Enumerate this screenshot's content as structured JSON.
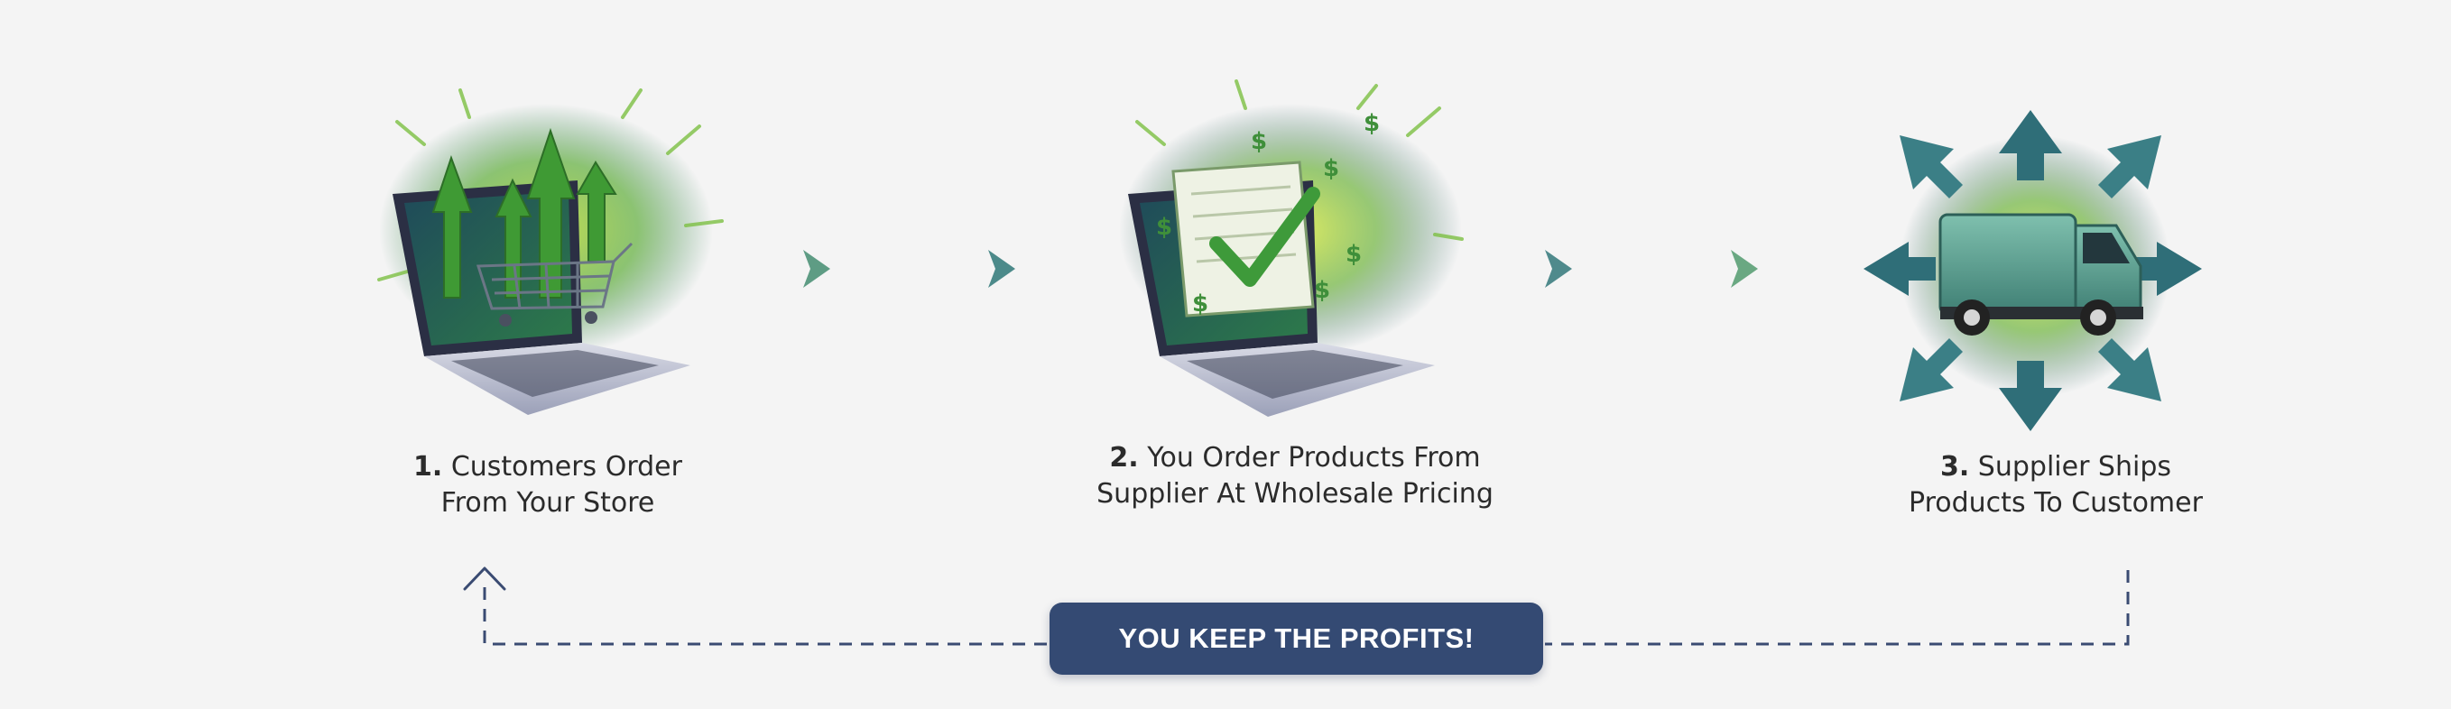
{
  "steps": [
    {
      "number": "1.",
      "line1": "Customers Order",
      "line2": "From Your Store",
      "icon": "laptop-shopping-cart-growth-icon"
    },
    {
      "number": "2.",
      "line1": "You Order Products From",
      "line2": "Supplier At Wholesale Pricing",
      "icon": "laptop-checkmark-dollar-icon"
    },
    {
      "number": "3.",
      "line1": "Supplier Ships",
      "line2": "Products To Customer",
      "icon": "delivery-van-arrows-icon"
    }
  ],
  "profit_banner": {
    "label": "YOU KEEP THE PROFITS!"
  },
  "colors": {
    "background": "#f4f4f4",
    "banner_navy": "#344a73",
    "flow_green": "#6aa882",
    "flow_blue": "#3f6d8c",
    "loop_dash": "#3a4b72",
    "icon_green": "#4c9a3a",
    "icon_lime": "#b7d33a"
  }
}
